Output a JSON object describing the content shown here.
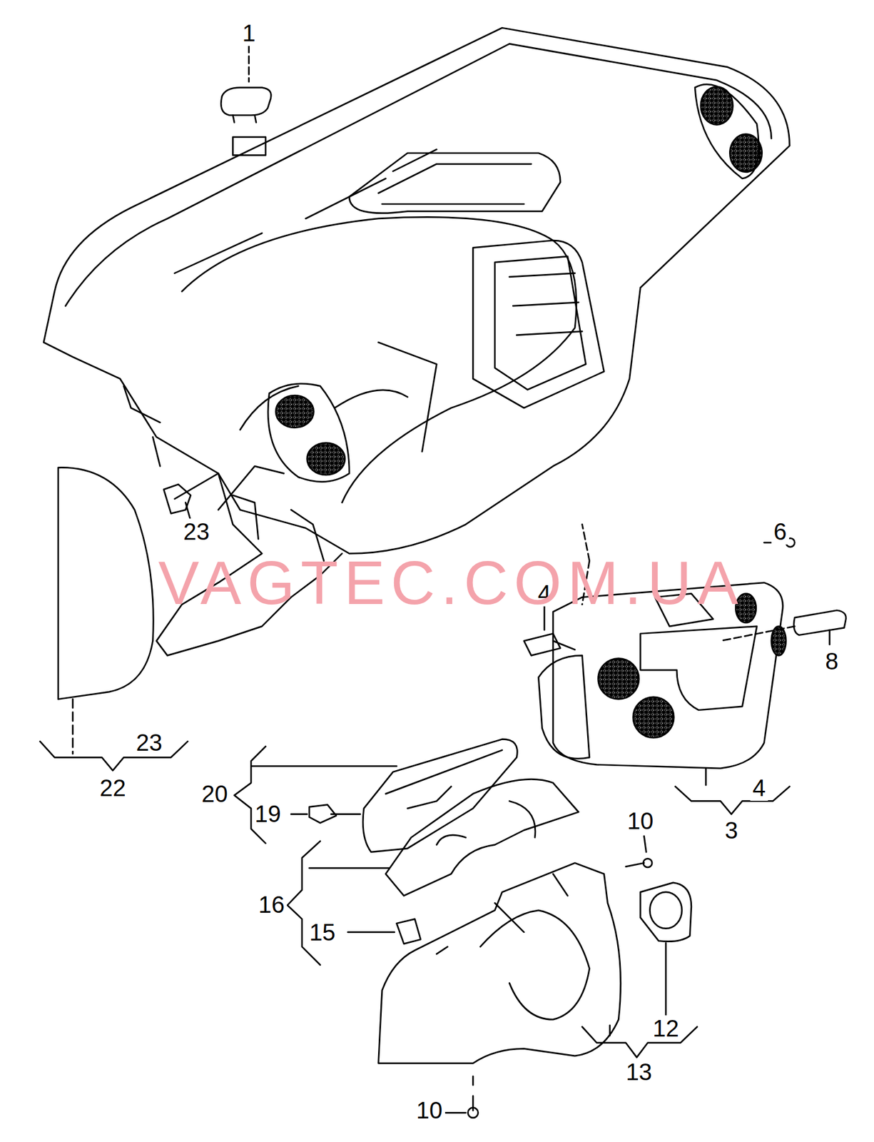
{
  "diagram": {
    "labels": [
      "1",
      "23",
      "4",
      "6",
      "8",
      "VAGTEC.COM.UA",
      "23",
      "22",
      "4",
      "3",
      "20",
      "19",
      "10",
      "16",
      "15",
      "12",
      "13",
      "10"
    ]
  }
}
